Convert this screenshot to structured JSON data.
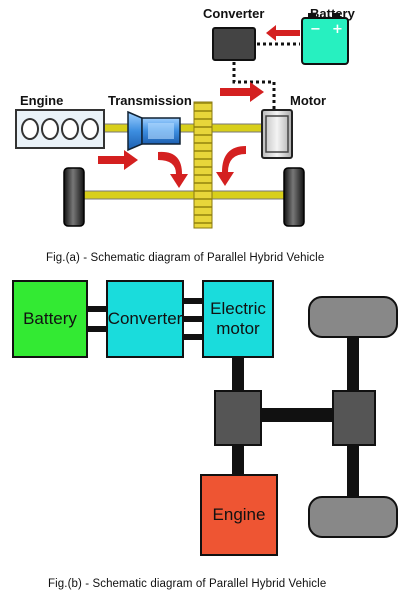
{
  "figure_a": {
    "labels": {
      "converter": "Converter",
      "battery": "Battery",
      "engine": "Engine",
      "transmission": "Transmission",
      "motor": "Motor"
    },
    "caption": "Fig.(a) - Schematic diagram of Parallel Hybrid Vehicle",
    "colors": {
      "shaft": "#d8cf1a",
      "arrow": "#d42020",
      "battery": "#27f0c0",
      "converter": "#444444",
      "transmission": "#3d8ee0"
    }
  },
  "figure_b": {
    "blocks": {
      "battery": "Battery",
      "converter": "Converter",
      "electric_motor": "Electric motor",
      "engine": "Engine"
    },
    "caption": "Fig.(b) - Schematic diagram of Parallel Hybrid Vehicle",
    "colors": {
      "battery": "#33ea33",
      "converter": "#1adcdc",
      "electric_motor": "#1adcdc",
      "engine": "#ee5533",
      "wheel": "#888888",
      "differential": "#555555"
    }
  }
}
